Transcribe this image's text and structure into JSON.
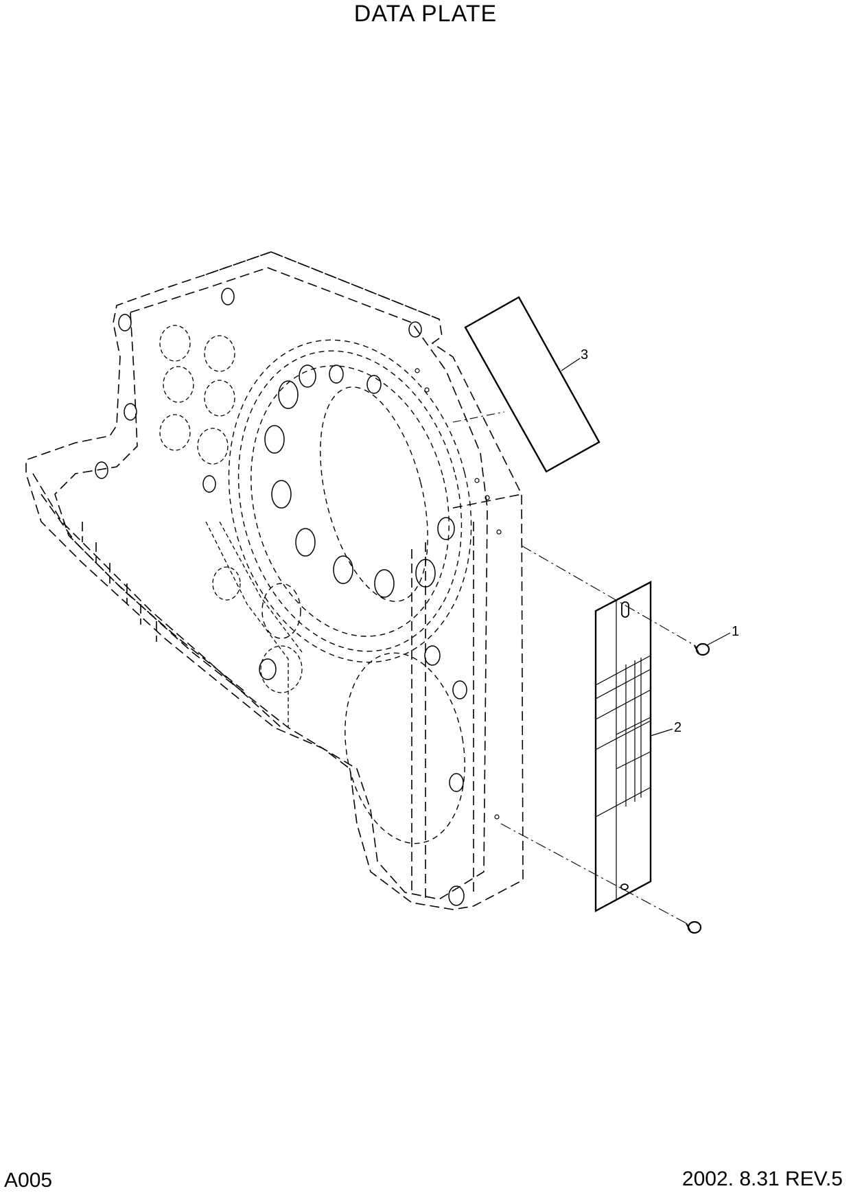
{
  "title": "DATA PLATE",
  "footer": {
    "page_code": "A005",
    "revision": "2002. 8.31 REV.5"
  },
  "callouts": [
    {
      "label": "1"
    },
    {
      "label": "2"
    },
    {
      "label": "3"
    }
  ]
}
